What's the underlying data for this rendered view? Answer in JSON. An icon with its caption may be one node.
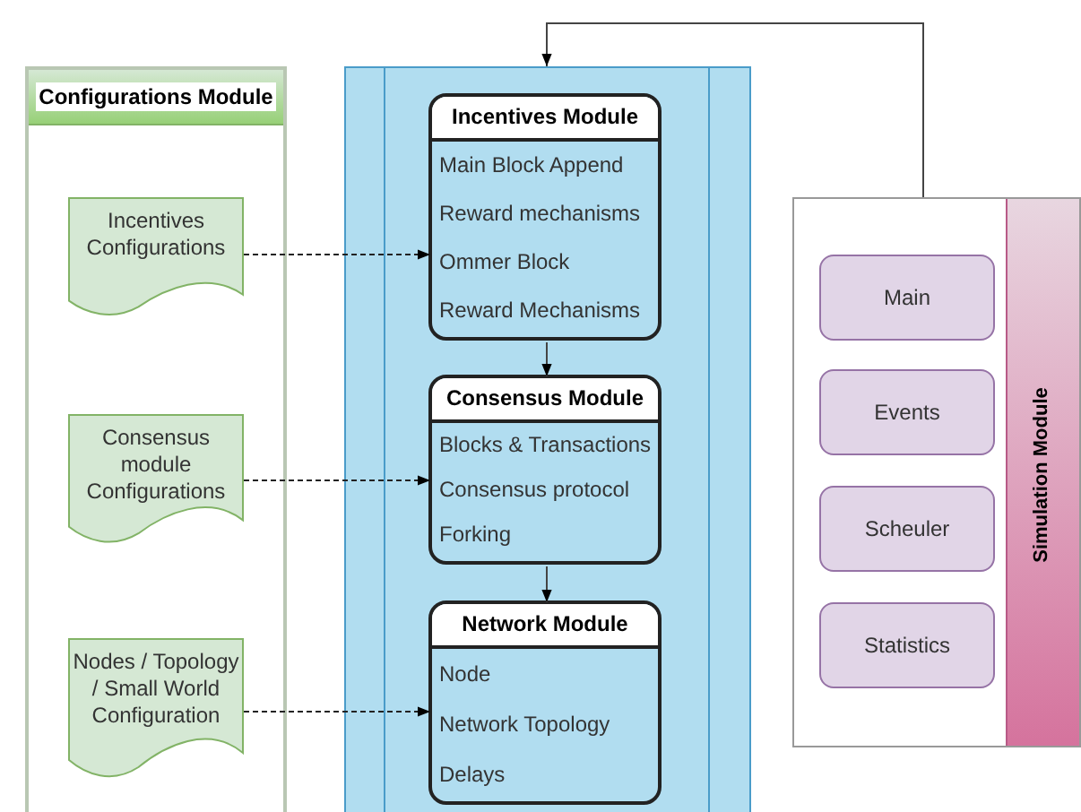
{
  "diagram": {
    "nodes": [
      {
        "text": [
          "Configurations Module"
        ]
      },
      {
        "text": [
          "Incentives Configurations"
        ],
        "in": 0
      },
      {
        "text": [
          "Consensus module Configurations"
        ],
        "in": 0
      },
      {
        "text": [
          "Nodes / Topology / Small World Configuration"
        ],
        "in": 0
      },
      {
        "text": [],
        "shape": "box"
      },
      {
        "text": [
          "Incentives Module",
          "Main Block Append",
          "Reward mechanisms",
          "Ommer Block",
          "Reward Mechanisms"
        ],
        "in": 4
      },
      {
        "text": [
          "Consensus Module",
          "Blocks & Transactions",
          "Consensus protocol",
          "Forking"
        ],
        "in": 4
      },
      {
        "text": [
          "Network Module",
          "Node",
          "Network Topology",
          "Delays"
        ],
        "in": 4
      },
      {
        "text": [
          "Simulation Module"
        ]
      },
      {
        "text": [
          "Main"
        ],
        "in": 8
      },
      {
        "text": [
          "Events"
        ],
        "in": 8
      },
      {
        "text": [
          "Scheuler"
        ],
        "in": 8
      },
      {
        "text": [
          "Statistics"
        ],
        "in": 8
      }
    ],
    "edges": [
      {
        "from": 1,
        "to": 5,
        "arrow": "to",
        "style": "dashed"
      },
      {
        "from": 2,
        "to": 6,
        "arrow": "to",
        "style": "dashed"
      },
      {
        "from": 3,
        "to": 7,
        "arrow": "to",
        "style": "dashed"
      },
      {
        "from": 5,
        "to": 6,
        "arrow": "to"
      },
      {
        "from": 6,
        "to": 7,
        "arrow": "to"
      },
      {
        "from": 8,
        "to": 4,
        "arrow": "to"
      }
    ]
  }
}
